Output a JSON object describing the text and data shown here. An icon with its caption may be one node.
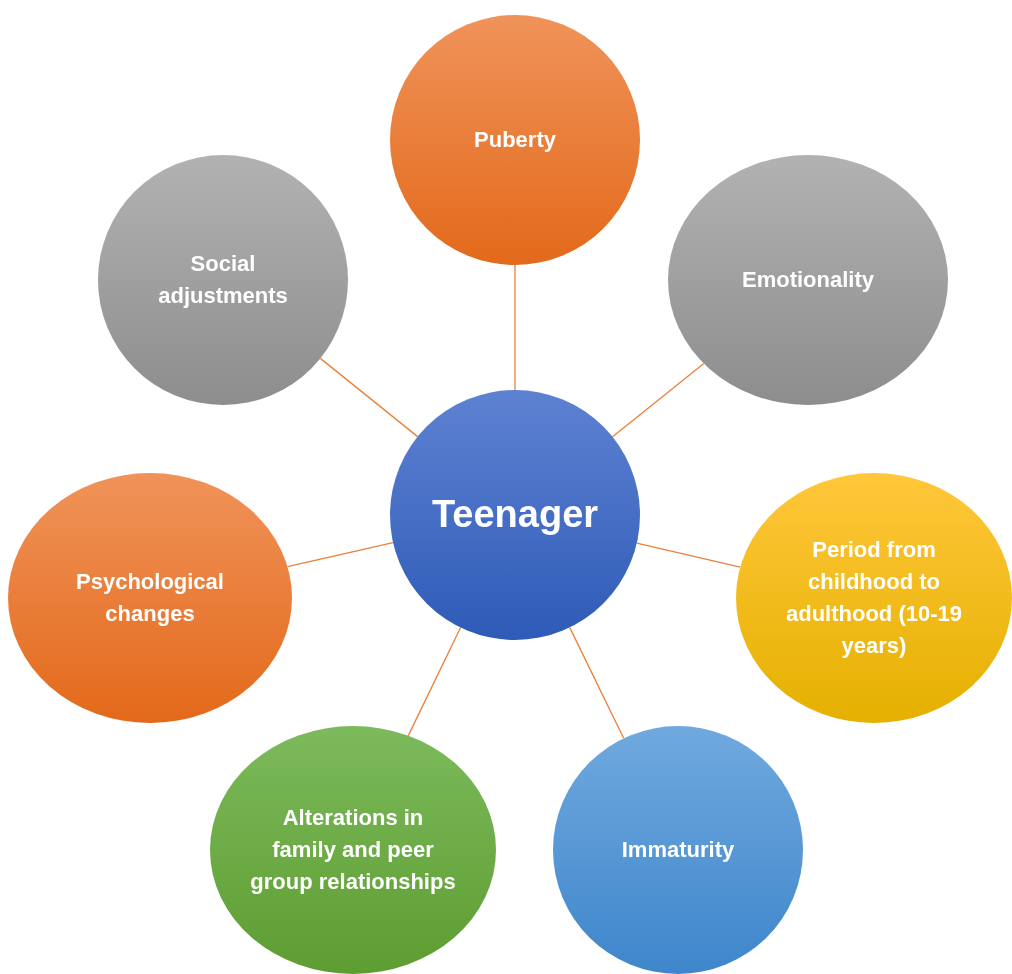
{
  "diagram": {
    "nodes": [
      {
        "text": [
          "Teenager"
        ]
      },
      {
        "text": [
          "Puberty"
        ]
      },
      {
        "text": [
          "Social adjustments"
        ]
      },
      {
        "text": [
          "Emotionality"
        ]
      },
      {
        "text": [
          "Psychological changes"
        ]
      },
      {
        "text": [
          "Period from childhood to adulthood (10-19 years)"
        ]
      },
      {
        "text": [
          "Alterations in family and peer group relationships"
        ]
      },
      {
        "text": [
          "Immaturity"
        ]
      }
    ],
    "edges": [
      {
        "from": 0,
        "to": 1,
        "arrow": "none"
      },
      {
        "from": 0,
        "to": 2,
        "arrow": "none"
      },
      {
        "from": 0,
        "to": 3,
        "arrow": "none"
      },
      {
        "from": 0,
        "to": 4,
        "arrow": "none"
      },
      {
        "from": 0,
        "to": 5,
        "arrow": "none"
      },
      {
        "from": 0,
        "to": 6,
        "arrow": "none"
      },
      {
        "from": 0,
        "to": 7,
        "arrow": "none"
      }
    ]
  }
}
